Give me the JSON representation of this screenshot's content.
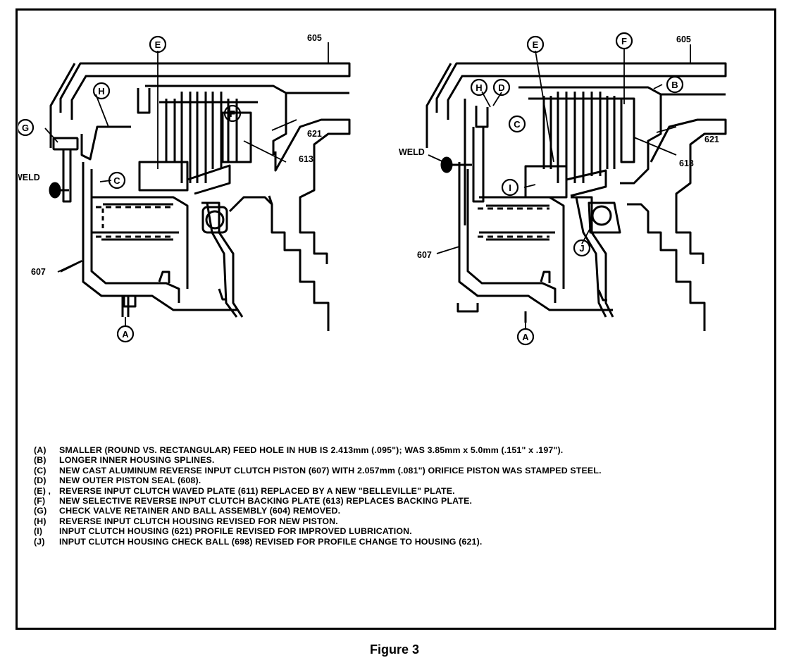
{
  "figure": {
    "caption": "Figure 3"
  },
  "diagram_old": {
    "callouts": {
      "a": "A",
      "c": "C",
      "e": "E",
      "f": "F",
      "g": "G",
      "h": "H"
    },
    "part_numbers": {
      "p605": "605",
      "p613": "613",
      "p621": "621",
      "p607": "607"
    },
    "weld_label": "WELD"
  },
  "diagram_new": {
    "callouts": {
      "a": "A",
      "b": "B",
      "c": "C",
      "d": "D",
      "e": "E",
      "f": "F",
      "h": "H",
      "i": "I",
      "j": "J"
    },
    "part_numbers": {
      "p605": "605",
      "p613": "613",
      "p621": "621",
      "p607": "607"
    },
    "weld_label": "WELD"
  },
  "legend": [
    {
      "key": "(A)",
      "text": "SMALLER (ROUND VS. RECTANGULAR) FEED HOLE IN HUB IS 2.413mm (.095\"); WAS 3.85mm x 5.0mm (.151\" x .197\")."
    },
    {
      "key": "(B)",
      "text": "LONGER INNER HOUSING SPLINES."
    },
    {
      "key": "(C)",
      "text": "NEW CAST ALUMINUM REVERSE INPUT CLUTCH PISTON (607) WITH 2.057mm (.081\") ORIFICE PISTON WAS STAMPED STEEL."
    },
    {
      "key": "(D)",
      "text": "NEW OUTER PISTON SEAL (608)."
    },
    {
      "key": "(E) ,",
      "text": "REVERSE INPUT CLUTCH WAVED PLATE (611) REPLACED BY A NEW \"BELLEVILLE\" PLATE."
    },
    {
      "key": "(F)",
      "text": "NEW SELECTIVE REVERSE INPUT CLUTCH BACKING PLATE (613) REPLACES BACKING PLATE."
    },
    {
      "key": "(G)",
      "text": "CHECK VALVE RETAINER AND BALL ASSEMBLY (604) REMOVED."
    },
    {
      "key": "(H)",
      "text": "REVERSE INPUT CLUTCH HOUSING REVISED FOR NEW PISTON."
    },
    {
      "key": "(I)",
      "text": "INPUT CLUTCH HOUSING (621) PROFILE REVISED FOR IMPROVED LUBRICATION."
    },
    {
      "key": "(J)",
      "text": "INPUT CLUTCH HOUSING CHECK BALL (698) REVISED FOR PROFILE CHANGE TO HOUSING (621)."
    }
  ]
}
